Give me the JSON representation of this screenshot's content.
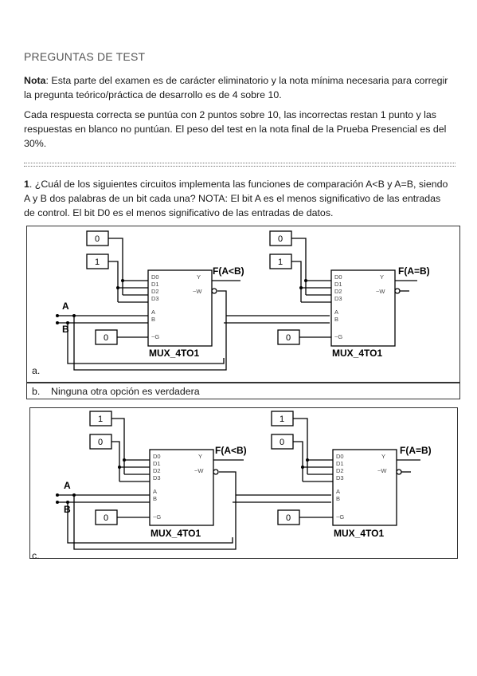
{
  "header": {
    "title": "PREGUNTAS DE TEST"
  },
  "intro": {
    "note_label": "Nota",
    "note_text": ": Esta parte del examen es de carácter eliminatorio y la nota mínima necesaria para corregir la pregunta teórico/práctica de desarrollo es de 4 sobre 10.",
    "scoring": "Cada respuesta correcta se puntúa con 2 puntos sobre 10, las incorrectas restan 1 punto y las respuestas en blanco no puntúan. El peso del test en la nota final de la Prueba Presencial es del 30%."
  },
  "question": {
    "number": "1",
    "text": ". ¿Cuál de los siguientes circuitos implementa las funciones de comparación A<B y A=B, siendo A y B dos palabras de un bit cada una? NOTA: El bit A es el menos significativo de las entradas de control. El bit D0 es el menos significativo de las entradas de datos."
  },
  "circuit_labels": {
    "out_lt": "F(A<B)",
    "out_eq": "F(A=B)",
    "mux_name": "MUX_4TO1",
    "in_a": "A",
    "in_b": "B",
    "pins_left": [
      "D0",
      "D1",
      "D2",
      "D3",
      "A",
      "B",
      "~G"
    ],
    "pin_y": "Y",
    "pin_w": "~W"
  },
  "options": {
    "a": {
      "letter": "a.",
      "mux1": {
        "d0": "0",
        "d1": "1",
        "g": "0"
      },
      "mux2": {
        "d0": "0",
        "d1": "1",
        "g": "0"
      }
    },
    "b": {
      "letter": "b.",
      "text": "Ninguna otra opción es verdadera"
    },
    "c": {
      "letter": "c.",
      "mux1": {
        "d0": "1",
        "d1": "0",
        "g": "0"
      },
      "mux2": {
        "d0": "1",
        "d1": "0",
        "g": "0"
      }
    }
  }
}
